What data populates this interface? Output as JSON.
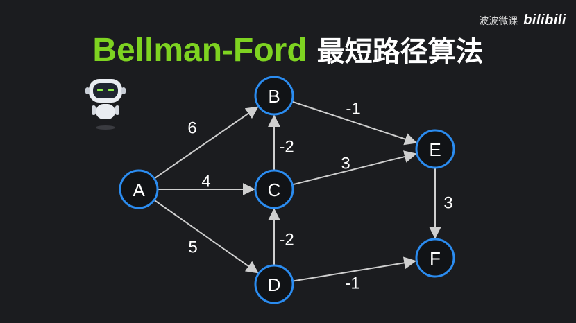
{
  "watermark": {
    "text": "波波微课",
    "brand": "bilibili"
  },
  "title": {
    "en": "Bellman-Ford",
    "zh": "最短路径算法"
  },
  "graph": {
    "nodes": [
      {
        "id": "A",
        "label": "A"
      },
      {
        "id": "B",
        "label": "B"
      },
      {
        "id": "C",
        "label": "C"
      },
      {
        "id": "D",
        "label": "D"
      },
      {
        "id": "E",
        "label": "E"
      },
      {
        "id": "F",
        "label": "F"
      }
    ],
    "edges": [
      {
        "from": "A",
        "to": "B",
        "weight": "6"
      },
      {
        "from": "A",
        "to": "C",
        "weight": "4"
      },
      {
        "from": "A",
        "to": "D",
        "weight": "5"
      },
      {
        "from": "B",
        "to": "E",
        "weight": "-1"
      },
      {
        "from": "C",
        "to": "B",
        "weight": "-2"
      },
      {
        "from": "C",
        "to": "E",
        "weight": "3"
      },
      {
        "from": "D",
        "to": "C",
        "weight": "-2"
      },
      {
        "from": "D",
        "to": "F",
        "weight": "-1"
      },
      {
        "from": "E",
        "to": "F",
        "weight": "3"
      }
    ]
  },
  "colors": {
    "node_stroke": "#2b8cf0",
    "title_accent": "#7ed321",
    "edge": "#cfcfcf",
    "background": "#1b1c1f"
  }
}
